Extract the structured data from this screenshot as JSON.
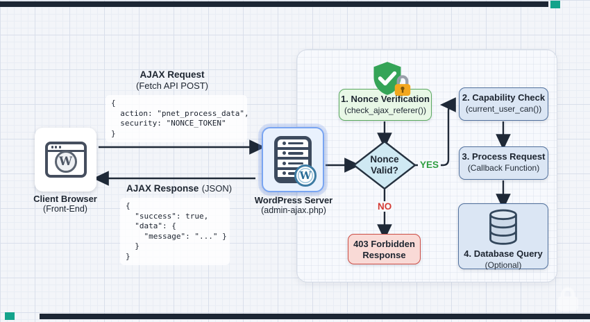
{
  "client": {
    "title": "Client Browser",
    "subtitle": "(Front-End)"
  },
  "server": {
    "title": "WordPress Server",
    "subtitle": "(admin-ajax.php)"
  },
  "request": {
    "label": "AJAX Request",
    "sublabel": "(Fetch API POST)",
    "code": [
      "{",
      "  action: \"pnet_process_data\",",
      "  security: \"NONCE_TOKEN\"",
      "}"
    ]
  },
  "response": {
    "label": "AJAX Response",
    "sublabel": "(JSON)",
    "code": [
      "{",
      "  \"success\": true,",
      "  \"data\": {",
      "    \"message\": \"...\" }",
      "  }",
      "}"
    ]
  },
  "flow": {
    "step1": {
      "title": "1. Nonce Verification",
      "subtitle": "(check_ajax_referer())"
    },
    "step2": {
      "title": "2. Capability Check",
      "subtitle": "(current_user_can())"
    },
    "step3": {
      "title": "3. Process Request",
      "subtitle": "(Callback Function)"
    },
    "step4": {
      "title": "4. Database Query",
      "subtitle": "(Optional)"
    },
    "decision": {
      "line1": "Nonce",
      "line2": "Valid?"
    },
    "yes_label": "YES",
    "no_label": "NO",
    "error": {
      "line1": "403 Forbidden",
      "line2": "Response"
    }
  },
  "icons": {
    "wordpress_letter": "W"
  },
  "colors": {
    "bar_dark": "#1c2634",
    "accent_teal": "#14a38b",
    "yes_green": "#2f9e41",
    "no_red": "#d43c35",
    "step_green_bg": "#e8f7e6",
    "step_green_border": "#5aa85f",
    "step_blue_bg": "#dbe6f4",
    "step_blue_border": "#51709c",
    "decision_bg": "#cfe9f3",
    "error_bg": "#f9dad6",
    "error_border": "#cc4b43",
    "server_glow_blue": "#79a5f2",
    "arrow_dark": "#1f2937",
    "shield_green": "#35a457",
    "lock_orange": "#f3a71d"
  }
}
